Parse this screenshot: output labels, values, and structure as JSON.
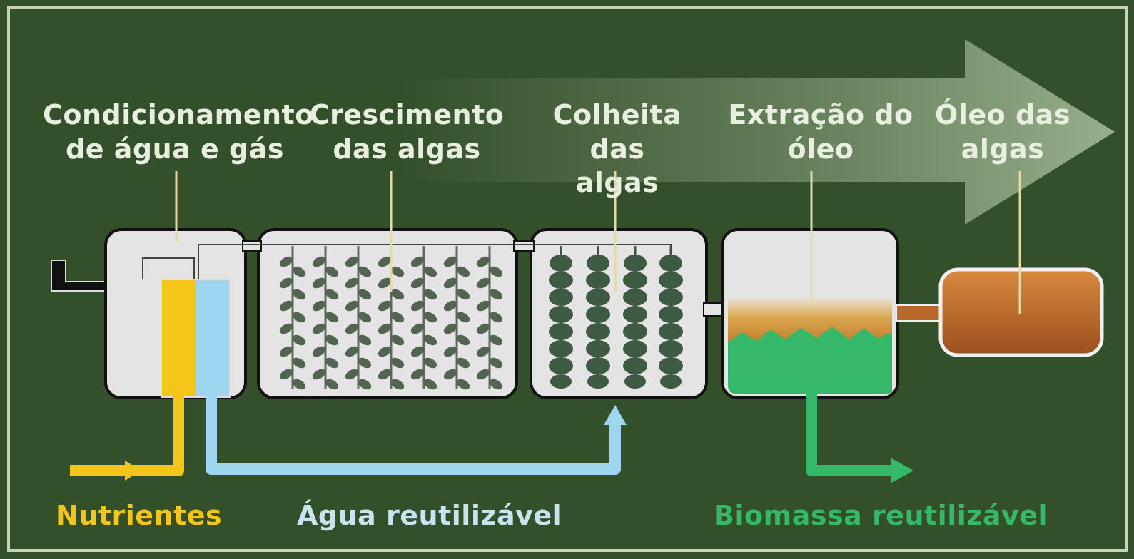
{
  "stages": [
    {
      "line1": "Condicionamento",
      "line2": "de água e gás"
    },
    {
      "line1": "Crescimento",
      "line2": "das algas"
    },
    {
      "line1": "Colheita das",
      "line2": "algas"
    },
    {
      "line1": "Extração do",
      "line2": "óleo"
    },
    {
      "line1": "Óleo das",
      "line2": "algas"
    }
  ],
  "outputs": {
    "nutrients": "Nutrientes",
    "water": "Água reutilizável",
    "biomass": "Biomassa reutilizável"
  },
  "colors": {
    "background": "#34502a",
    "border": "#c8d3bd",
    "nutrients": "#f4c61a",
    "water": "#9fd6ef",
    "biomass": "#35b86a",
    "oil": "#b8692a",
    "process_arrow": "#86a07a"
  }
}
